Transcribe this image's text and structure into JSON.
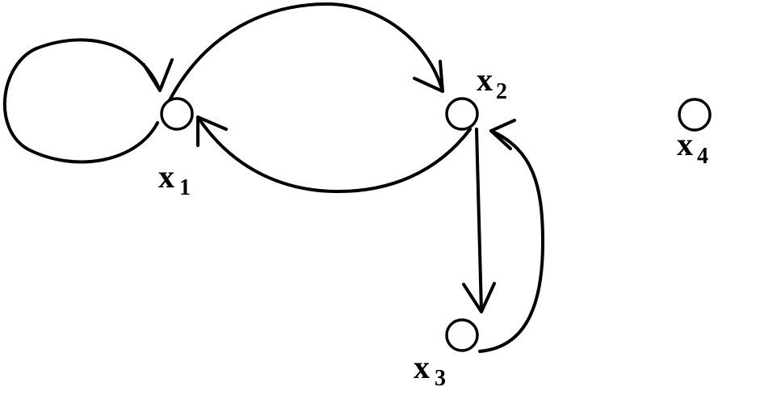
{
  "nodes": [
    {
      "id": "x1",
      "label": "x",
      "subscript": "1"
    },
    {
      "id": "x2",
      "label": "x",
      "subscript": "2"
    },
    {
      "id": "x3",
      "label": "x",
      "subscript": "3"
    },
    {
      "id": "x4",
      "label": "x",
      "subscript": "4"
    }
  ],
  "edges": [
    {
      "from": "x1",
      "to": "x1"
    },
    {
      "from": "x1",
      "to": "x2"
    },
    {
      "from": "x2",
      "to": "x1"
    },
    {
      "from": "x2",
      "to": "x3"
    },
    {
      "from": "x3",
      "to": "x2"
    }
  ]
}
